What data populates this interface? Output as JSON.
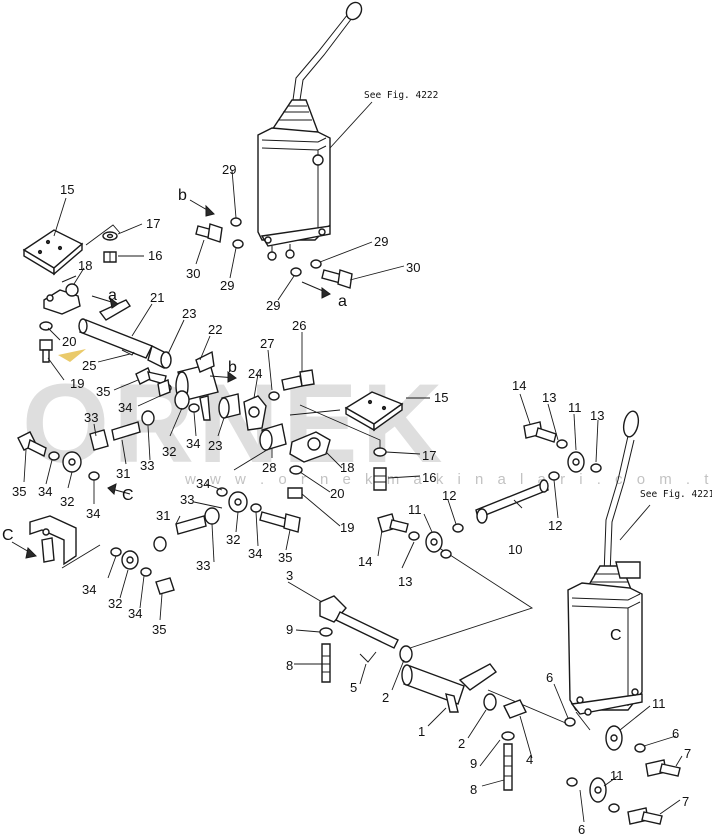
{
  "references": {
    "upper": "See Fig. 4222",
    "lower": "See Fig. 4221"
  },
  "view_letters": {
    "a": "a",
    "b": "b",
    "c": "C",
    "lever_c": "C"
  },
  "callouts": {
    "n1": "1",
    "n2": "2",
    "n3": "3",
    "n4": "4",
    "n5": "5",
    "n6": "6",
    "n7": "7",
    "n8": "8",
    "n9": "9",
    "n10": "10",
    "n11": "11",
    "n12": "12",
    "n13": "13",
    "n14": "14",
    "n15": "15",
    "n16": "16",
    "n17": "17",
    "n18": "18",
    "n19": "19",
    "n20": "20",
    "n21": "21",
    "n22": "22",
    "n23": "23",
    "n24": "24",
    "n25": "25",
    "n26": "26",
    "n27": "27",
    "n28": "28",
    "n29": "29",
    "n30": "30",
    "n31": "31",
    "n32": "32",
    "n33": "33",
    "n34": "34",
    "n35": "35"
  },
  "watermark": {
    "brand": "ORNEK",
    "url": "w w w . o r n e k m a k i n a l a r i . c o m . t r"
  }
}
